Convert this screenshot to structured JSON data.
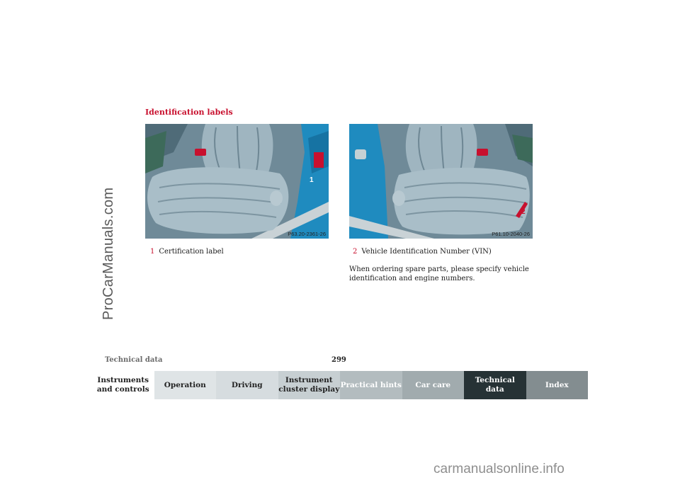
{
  "watermarks": {
    "side": "ProCarManuals.com",
    "bottom": "carmanualsonline.info"
  },
  "section": {
    "title": "Identification labels"
  },
  "figures": [
    {
      "code": "P63.20-2361-26",
      "marker": "1",
      "caption_number": "1",
      "caption_text": "Certification label"
    },
    {
      "code": "P61.10-2040-26",
      "marker": "2",
      "caption_number": "2",
      "caption_text": "Vehicle Identification Number (VIN)"
    }
  ],
  "note": "When ordering spare parts, please specify vehicle identification and engine numbers.",
  "footer": {
    "title": "Technical data",
    "page_number": "299"
  },
  "nav_tabs": [
    {
      "label": "Instruments\nand controls"
    },
    {
      "label": "Operation"
    },
    {
      "label": "Driving"
    },
    {
      "label": "Instrument\ncluster display"
    },
    {
      "label": "Practical hints"
    },
    {
      "label": "Car care"
    },
    {
      "label": "Technical\ndata",
      "active": true
    },
    {
      "label": "Index"
    }
  ],
  "colors": {
    "accent_red": "#c8102e",
    "car_blue": "#1f8bbf",
    "seat_grey": "#8fa6b2",
    "active_tab": "#263235"
  }
}
